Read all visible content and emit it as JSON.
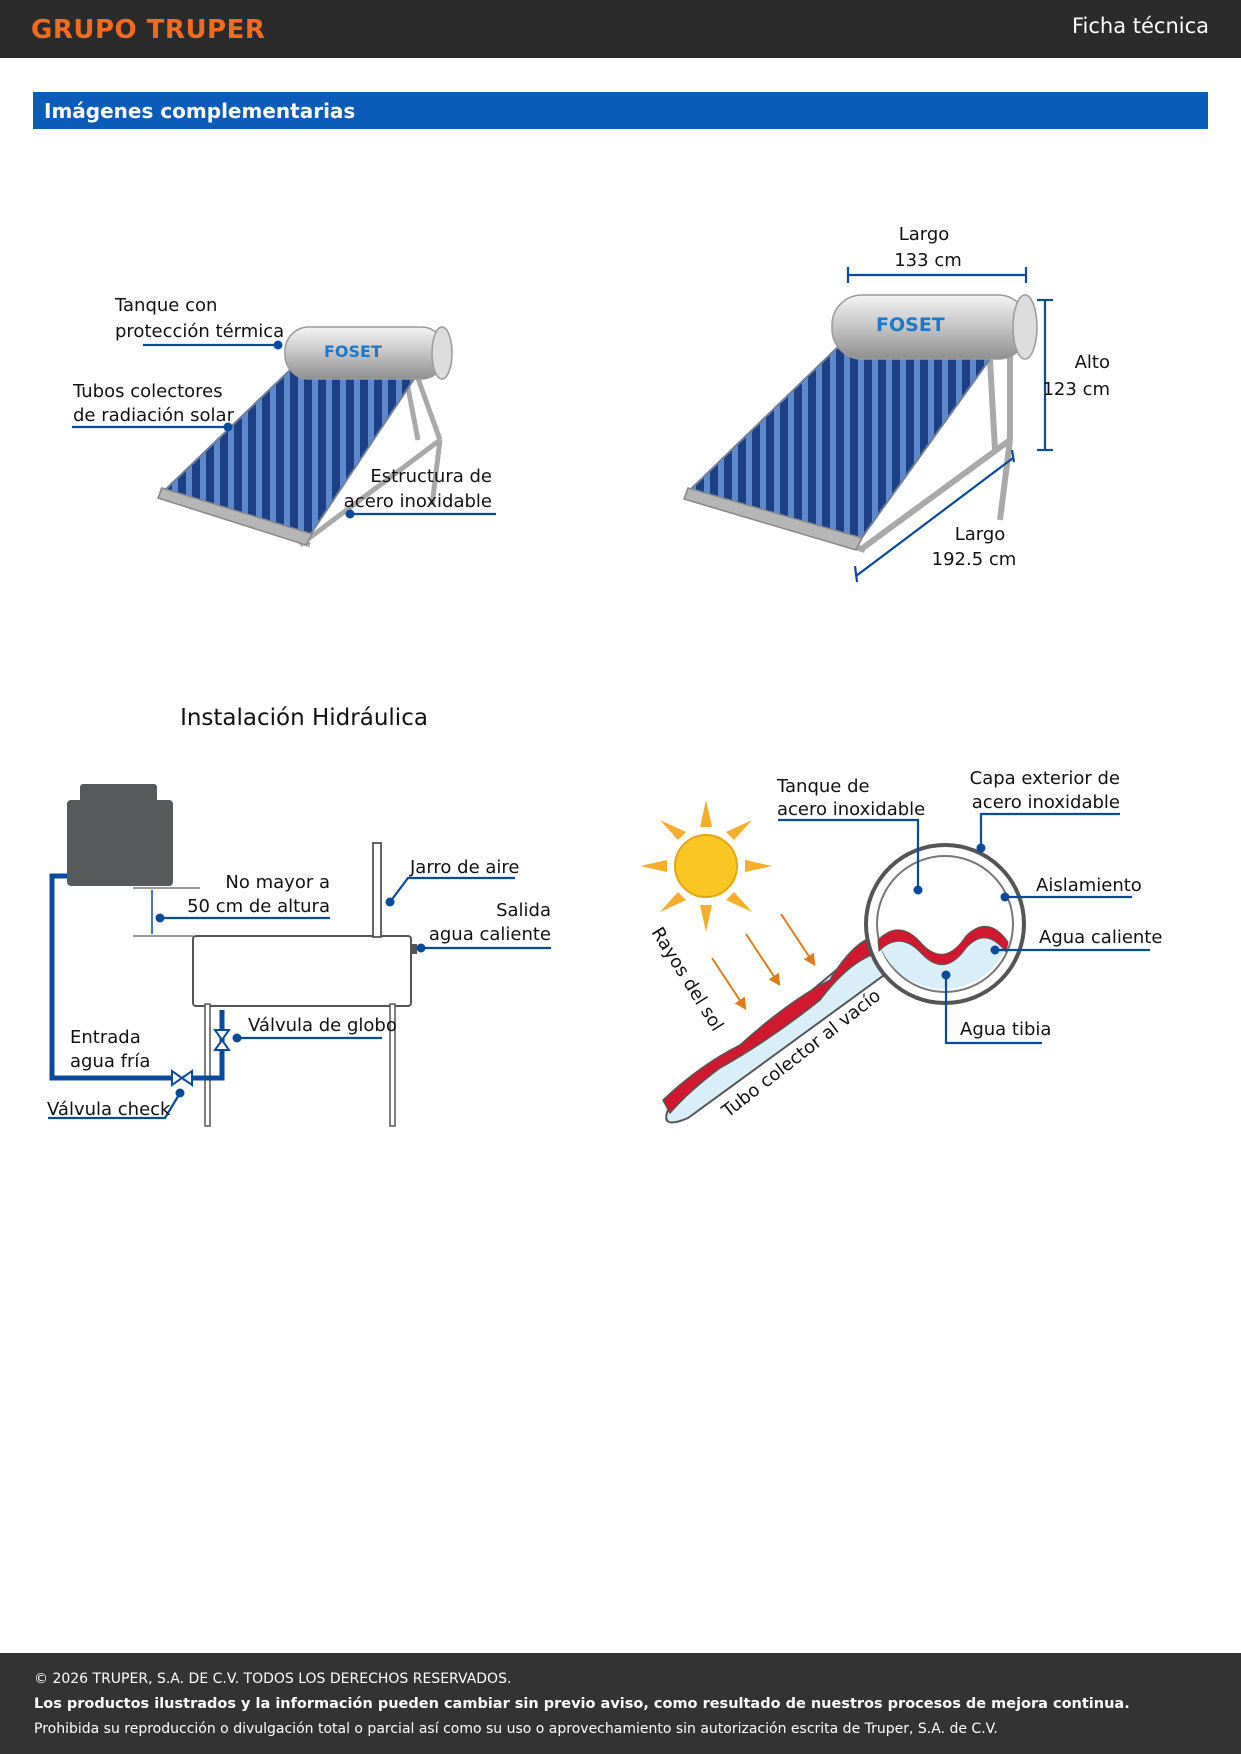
{
  "header": {
    "brand": "GRUPO TRUPER",
    "doc_type": "Ficha técnica"
  },
  "section": {
    "title": "Imágenes complementarias"
  },
  "product_fig": {
    "brand_mark": "FOSET",
    "callouts": {
      "tank_1": "Tanque con",
      "tank_2": "protección térmica",
      "tubes_1": "Tubos colectores",
      "tubes_2": "de radiación solar",
      "frame_1": "Estructura de",
      "frame_2": "acero inoxidable"
    }
  },
  "dimensions_fig": {
    "brand_mark": "FOSET",
    "width_label": "Largo",
    "width_value": "133 cm",
    "height_label": "Alto",
    "height_value": "123 cm",
    "length_label": "Largo",
    "length_value": "192.5 cm"
  },
  "hydraulic_fig": {
    "title": "Instalación Hidráulica",
    "height_note_1": "No mayor a",
    "height_note_2": "50 cm de altura",
    "air_jar": "Jarro de aire",
    "outlet_1": "Salida",
    "outlet_2": "agua caliente",
    "globe_valve": "Válvula de globo",
    "inlet_1": "Entrada",
    "inlet_2": "agua fría",
    "check_valve": "Válvula check"
  },
  "vacuum_tube_fig": {
    "tank_1": "Tanque de",
    "tank_2": "acero inoxidable",
    "outer_1": "Capa exterior de",
    "outer_2": "acero inoxidable",
    "insulation": "Aislamiento",
    "hot_water": "Agua caliente",
    "warm_water": "Agua tibia",
    "sun_rays": "Rayos del sol",
    "collector_tube": "Tubo colector al vacío"
  },
  "footer": {
    "copyright": "© 2026 TRUPER, S.A. DE C.V. TODOS LOS DERECHOS RESERVADOS.",
    "notice": "Los productos ilustrados y la información pueden cambiar sin previo aviso, como resultado de nuestros procesos de mejora continua.",
    "legal": "Prohibida su reproducción o divulgación total o parcial así como su uso o aprovechamiento sin autorización escrita de Truper, S.A. de C.V."
  },
  "colors": {
    "brand_orange": "#f26b1d",
    "section_blue": "#0b5cb9",
    "leader_blue": "#0a4a9a"
  }
}
